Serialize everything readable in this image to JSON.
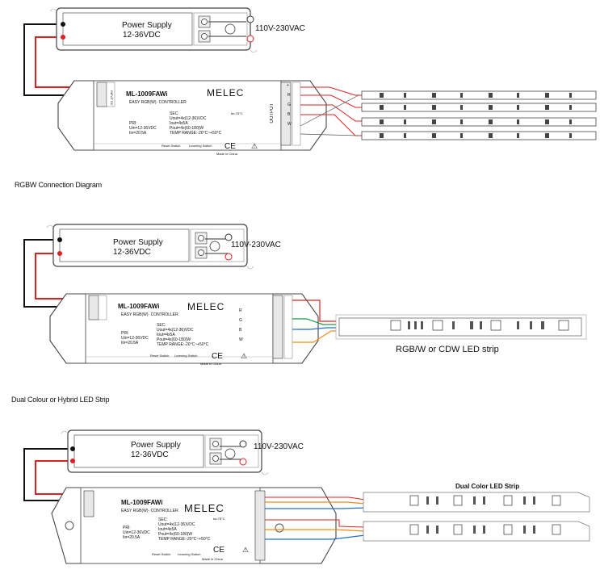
{
  "captions": {
    "rgbw": "RGBW Connection Diagram",
    "dual": "Dual Colour or Hybrid LED Strip"
  },
  "power_supply": {
    "title": "Power Supply",
    "voltage": "12-36VDC",
    "mains": "110V-230VAC"
  },
  "controller": {
    "model": "ML-1009FAWi",
    "brand": "MELEC",
    "subtitle": "EASY RGB(W)· CONTROLLER",
    "sec": "SEC:",
    "uout": "Uout=4x(12-36)VDC",
    "iout": "Iout=4x5A",
    "pout": "Pout=4x(60-180)W",
    "temp": "TEMP RANGE:-20°C~+50°C",
    "pri": "PRI:",
    "uin": "Uin=12-36VDC",
    "iin": "Iin=20.5A",
    "tc": "ta=75°C",
    "reset": "Reset Switch",
    "learning": "Learning Switch",
    "made_in": "Made in China",
    "output": "OUTPUT",
    "input": "INPUT DC",
    "channels": [
      "R",
      "G",
      "B",
      "W"
    ],
    "common": "+",
    "marks": [
      "CE",
      "⚠"
    ]
  },
  "strip_labels": {
    "rgbw": "RGB/W or CDW LED strip",
    "dual": "Dual Color LED Strip"
  },
  "colors": {
    "red": "#e02020",
    "black": "#111111",
    "green": "#1a9a4a",
    "blue": "#1f6fd1",
    "orange": "#ef8a1a",
    "grey": "#888888"
  }
}
